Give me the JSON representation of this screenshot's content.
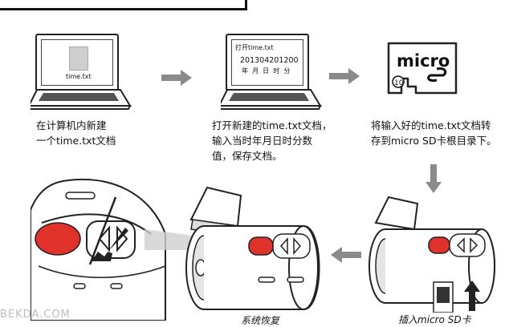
{
  "step1": {
    "file_name": "time.txt",
    "caption_line1": "在计算机内新建",
    "caption_line2": "一个time.txt文档"
  },
  "step2": {
    "window_title": "打开time.txt",
    "timestamp_value": "201304201200",
    "timestamp_units": "年  月  日  时  分",
    "caption_line1": "打开新建的time.txt文档，",
    "caption_line2": "输入当时年月日时分数",
    "caption_line3": "值，保存文档。"
  },
  "step3": {
    "card_brand": "micro",
    "card_class": "10",
    "caption_line1": "将输入好的time.txt文档转",
    "caption_line2": "存到micro SD卡根目录下。"
  },
  "bottom": {
    "left_caption": "系统恢复",
    "right_caption": "插入micro SD卡"
  },
  "watermark": "BEKDA.COM",
  "colors": {
    "accent_red": "#e0322b",
    "arrow_gray": "#8a8a8a"
  }
}
